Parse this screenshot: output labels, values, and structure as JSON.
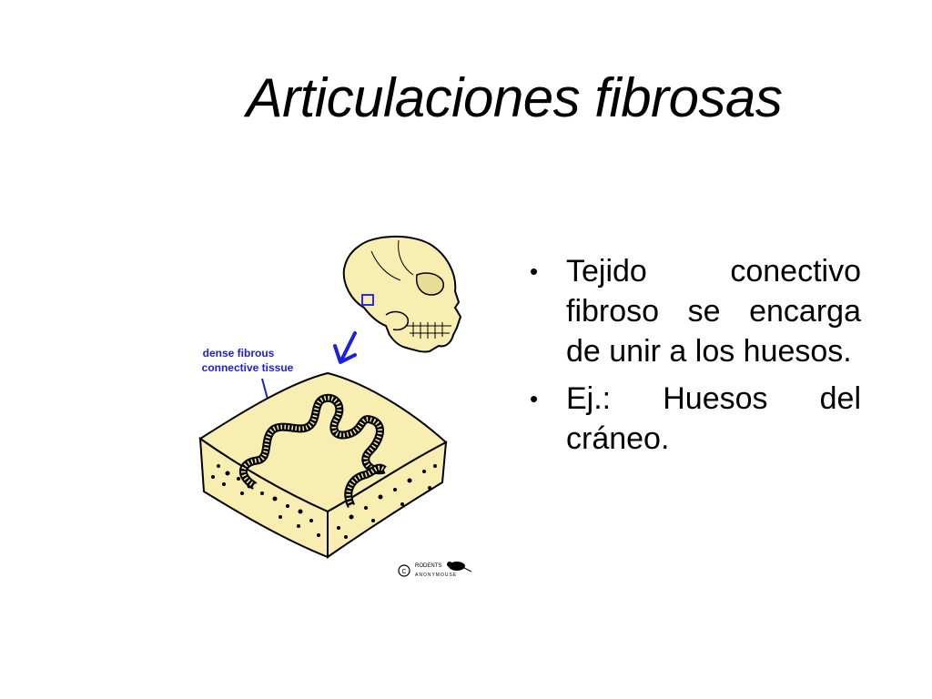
{
  "slide": {
    "title": "Articulaciones fibrosas"
  },
  "figure": {
    "label_line1": "dense fibrous",
    "label_line2": "connective tissue",
    "credit_top": "RODENTS",
    "credit_bottom": "ANONYMOUSE",
    "copyright_symbol": "C",
    "colors": {
      "bone": "#f8eeb2",
      "outline": "#000000",
      "label": "#1b22cf",
      "arrow": "#1a1fe0"
    }
  },
  "bullets": [
    {
      "marker": "•",
      "text": "Tejido conectivo fibroso se encarga de unir a los huesos."
    },
    {
      "marker": "•",
      "text": "Ej.: Huesos del cráneo."
    }
  ]
}
